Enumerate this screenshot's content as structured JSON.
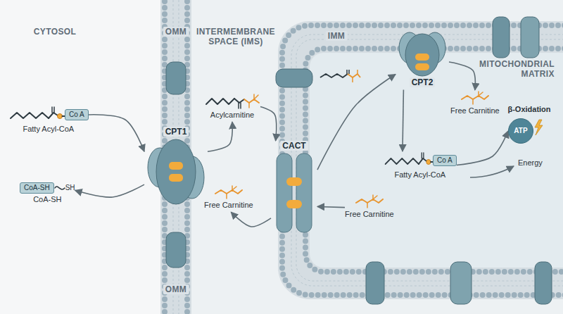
{
  "diagram": {
    "nodes": [
      {
        "text": [
          "Co A",
          "Fatty Acyl-CoA"
        ]
      },
      {
        "text": [
          "CoA-SH",
          "SH",
          "CoA-SH"
        ]
      },
      {
        "text": [
          "CPT1"
        ]
      },
      {
        "text": [
          "Acylcarnitine"
        ]
      },
      {
        "text": [
          "CACT"
        ]
      },
      {
        "text": [
          "Free Carnitine"
        ]
      },
      {
        "text": [
          "Free Carnitine"
        ]
      },
      {
        "text": [
          "CPT2"
        ]
      },
      {
        "text": [
          "Free Carnitine"
        ]
      },
      {
        "text": [
          "Co A",
          "Fatty Acyl-CoA"
        ]
      },
      {
        "text": [
          "ATP"
        ]
      }
    ],
    "edges": [
      {
        "from": 0,
        "to": 2,
        "arrow": "to"
      },
      {
        "from": 2,
        "to": 1,
        "arrow": "to"
      },
      {
        "from": 2,
        "to": 3,
        "arrow": "to"
      },
      {
        "from": 3,
        "to": 4,
        "arrow": "to"
      },
      {
        "from": 4,
        "to": 7,
        "arrow": "to"
      },
      {
        "from": 7,
        "to": 9,
        "arrow": "to"
      },
      {
        "from": 7,
        "to": 8,
        "arrow": "to"
      },
      {
        "from": 6,
        "to": 4,
        "arrow": "to"
      },
      {
        "from": 4,
        "to": 5,
        "arrow": "to"
      },
      {
        "from": 9,
        "to": 10,
        "arrow": "to"
      }
    ],
    "labels": [
      "CYTOSOL",
      "OMM",
      "INTERMEMBRANE SPACE (IMS)",
      "IMM",
      "MITOCHONDRIAL MATRIX",
      "β-Oxidation",
      "Energy",
      "OMM"
    ]
  }
}
